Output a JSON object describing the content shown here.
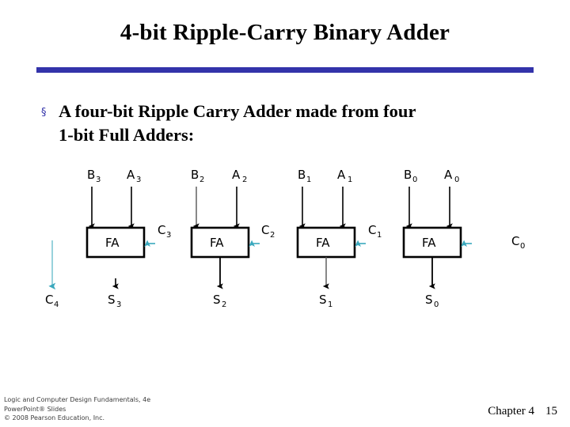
{
  "slide": {
    "title": "4-bit Ripple-Carry Binary Adder",
    "rule_color": "#3333aa",
    "bullet_marker": "§",
    "bullet_text": "A four-bit Ripple Carry Adder made from four\n1-bit Full Adders:"
  },
  "diagram": {
    "block_label": "FA",
    "blocks": [
      {
        "name": "fa3",
        "label": "FA",
        "b_label": "B",
        "b_sub": "3",
        "a_label": "A",
        "a_sub": "3",
        "sum_label": "S",
        "sum_sub": "3",
        "carry_in_label": "C",
        "carry_in_sub": "3"
      },
      {
        "name": "fa2",
        "label": "FA",
        "b_label": "B",
        "b_sub": "2",
        "a_label": "A",
        "a_sub": "2",
        "sum_label": "S",
        "sum_sub": "2",
        "carry_in_label": "C",
        "carry_in_sub": "2"
      },
      {
        "name": "fa1",
        "label": "FA",
        "b_label": "B",
        "b_sub": "1",
        "a_label": "A",
        "a_sub": "1",
        "sum_label": "S",
        "sum_sub": "1",
        "carry_in_label": "C",
        "carry_in_sub": "1"
      },
      {
        "name": "fa0",
        "label": "FA",
        "b_label": "B",
        "b_sub": "0",
        "a_label": "A",
        "a_sub": "0",
        "sum_label": "S",
        "sum_sub": "0",
        "carry_in_label": "C",
        "carry_in_sub": "0"
      }
    ],
    "carry_out_label": "C",
    "carry_out_sub": "4",
    "carry_arrow_color": "#3aa8bd",
    "wire_color": "#000000"
  },
  "footer": {
    "credit": "Logic and Computer Design Fundamentals, 4e\nPowerPoint® Slides\n© 2008 Pearson Education, Inc.",
    "chapter": "Chapter 4",
    "page": "15"
  }
}
